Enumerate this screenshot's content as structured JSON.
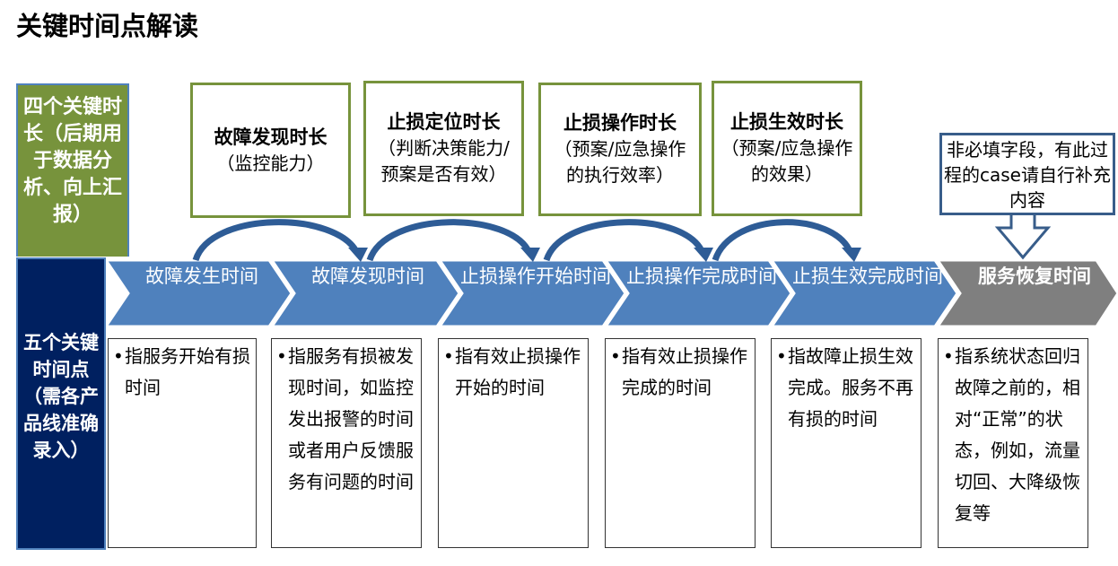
{
  "title": "关键时间点解读",
  "left": {
    "durations_label": "四个关键时长（后期用于数据分析、向上汇报）",
    "points_label": "五个关键时间点（需各产品线准确录入）"
  },
  "durations": [
    {
      "title": "故障发现时长",
      "desc": "（监控能力）"
    },
    {
      "title": "止损定位时长",
      "desc": "（判断决策能力/预案是否有效）"
    },
    {
      "title": "止损操作时长",
      "desc": "（预案/应急操作的执行效率）"
    },
    {
      "title": "止损生效时长",
      "desc": "（预案/应急操作的效果）"
    }
  ],
  "callout": "非必填字段，有此过程的case请自行补充内容",
  "timepoints": [
    {
      "label": "故障发生时间",
      "desc": "指服务开始有损时间"
    },
    {
      "label": "故障发现时间",
      "desc": "指服务有损被发现时间，如监控发出报警的时间或者用户反馈服务有问题的时间"
    },
    {
      "label": "止损操作开始时间",
      "desc": "指有效止损操作开始的时间"
    },
    {
      "label": "止损操作完成时间",
      "desc": "指有效止损操作完成的时间"
    },
    {
      "label": "止损生效完成时间",
      "desc": "指故障止损生效完成。服务不再有损的时间"
    },
    {
      "label": "服务恢复时间",
      "desc": "指系统状态回归故障之前的，相对“正常”的状态，例如，流量切回、大降级恢复等"
    }
  ],
  "bullet": "•",
  "colors": {
    "green": "#77933c",
    "navy": "#002060",
    "blue": "#4f81bd",
    "gray": "#7f7f7f",
    "arc": "#2e5c96"
  }
}
